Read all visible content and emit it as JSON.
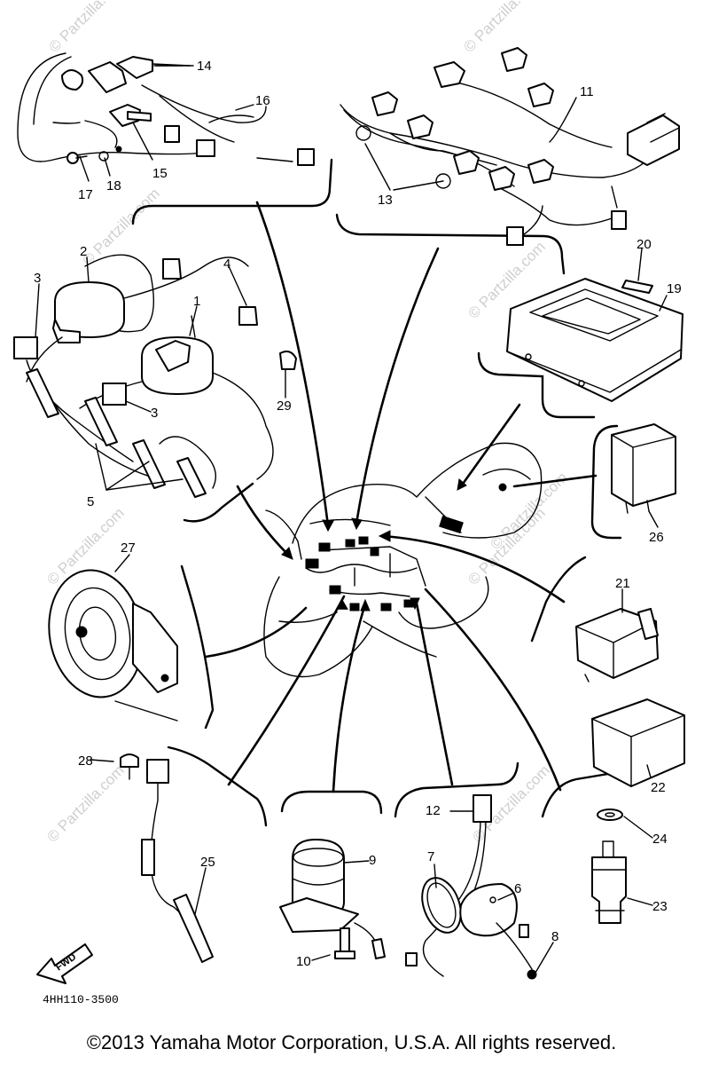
{
  "watermark": "© Partzilla.com",
  "diagram_code": "4HH110-3500",
  "front_label": "FWD",
  "copyright": "©2013 Yamaha Motor Corporation, U.S.A. All rights reserved.",
  "callouts": {
    "c1": "1",
    "c2": "2",
    "c3a": "3",
    "c3b": "3",
    "c4": "4",
    "c5": "5",
    "c6": "6",
    "c7": "7",
    "c8": "8",
    "c9": "9",
    "c10": "10",
    "c11": "11",
    "c12": "12",
    "c13": "13",
    "c14": "14",
    "c15": "15",
    "c16": "16",
    "c17": "17",
    "c18": "18",
    "c19": "19",
    "c20": "20",
    "c21": "21",
    "c22": "22",
    "c23": "23",
    "c24": "24",
    "c25": "25",
    "c26": "26",
    "c27": "27",
    "c28": "28",
    "c29": "29"
  }
}
